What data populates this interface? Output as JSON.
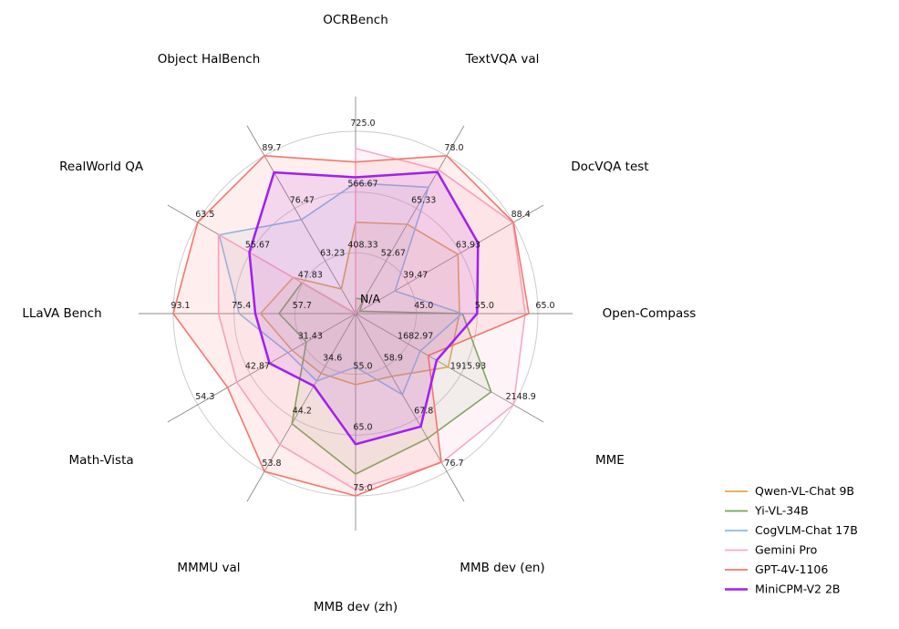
{
  "chart_data": {
    "type": "radar",
    "title": "",
    "center_label": "N/A",
    "grid": true,
    "legend_position": "bottom-right",
    "axes": [
      {
        "label": "OCRBench",
        "min": 250,
        "ticks": [
          "408.33",
          "566.67",
          "725.0"
        ]
      },
      {
        "label": "TextVQA val",
        "min": 40,
        "ticks": [
          "52.67",
          "65.33",
          "78.0"
        ]
      },
      {
        "label": "DocVQA test",
        "min": 15,
        "ticks": [
          "39.47",
          "63.93",
          "88.4"
        ]
      },
      {
        "label": "Open-Compass",
        "min": 35,
        "ticks": [
          "45.0",
          "55.0",
          "65.0"
        ]
      },
      {
        "label": "MME",
        "min": 1450,
        "ticks": [
          "1682.97",
          "1915.93",
          "2148.9"
        ]
      },
      {
        "label": "MMB dev (en)",
        "min": 50,
        "ticks": [
          "58.9",
          "67.8",
          "76.7"
        ]
      },
      {
        "label": "MMB dev (zh)",
        "min": 45,
        "ticks": [
          "55.0",
          "65.0",
          "75.0"
        ]
      },
      {
        "label": "MMMU val",
        "min": 25,
        "ticks": [
          "34.6",
          "44.2",
          "53.8"
        ]
      },
      {
        "label": "Math-Vista",
        "min": 20,
        "ticks": [
          "31.43",
          "42.87",
          "54.3"
        ]
      },
      {
        "label": "LLaVA Bench",
        "min": 40,
        "ticks": [
          "57.7",
          "75.4",
          "93.1"
        ]
      },
      {
        "label": "RealWorld QA",
        "min": 40,
        "ticks": [
          "47.83",
          "55.67",
          "63.5"
        ]
      },
      {
        "label": "Object HalBench",
        "min": 50,
        "ticks": [
          "63.23",
          "76.47",
          "89.7"
        ]
      }
    ],
    "series": [
      {
        "name": "Qwen-VL-Chat 9B",
        "color": "#E3A84F",
        "values": [
          488,
          61.5,
          62.6,
          52.1,
          1860.0,
          60.6,
          56.7,
          35.9,
          33.8,
          67.7,
          49.3,
          56.2
        ]
      },
      {
        "name": "Yi-VL-34B",
        "color": "#6FA655",
        "values": [
          290,
          43.4,
          16.9,
          52.6,
          2050.2,
          71.1,
          71.4,
          45.1,
          30.7,
          62.3,
          48.0,
          null
        ]
      },
      {
        "name": "CogVLM-Chat 17B",
        "color": "#86BCEC",
        "values": [
          590,
          70.4,
          33.3,
          52.5,
          1736.6,
          63.7,
          53.8,
          37.3,
          34.7,
          73.9,
          60.3,
          73.6
        ]
      },
      {
        "name": "Gemini Pro",
        "color": "#F6A8C9",
        "values": [
          680,
          74.6,
          88.1,
          62.9,
          2148.9,
          75.2,
          74.0,
          48.9,
          45.8,
          79.9,
          60.4,
          null
        ]
      },
      {
        "name": "GPT-4V-1106",
        "color": "#F4776C",
        "values": [
          645,
          78.0,
          88.4,
          63.5,
          1771.5,
          75.1,
          75.0,
          53.8,
          47.8,
          93.1,
          63.5,
          89.7
        ]
      },
      {
        "name": "MiniCPM-V2 2B",
        "color": "#A11FEF",
        "values": [
          605,
          74.1,
          71.9,
          55.0,
          1808.6,
          69.1,
          66.5,
          38.2,
          38.7,
          69.2,
          55.8,
          85.5
        ]
      }
    ]
  },
  "legend": {
    "items": [
      "Qwen-VL-Chat 9B",
      "Yi-VL-34B",
      "CogVLM-Chat 17B",
      "Gemini Pro",
      "GPT-4V-1106",
      "MiniCPM-V2 2B"
    ]
  },
  "style": {
    "grid_color": "#cccccc",
    "spoke_color": "#8a8a8a",
    "text_color": "#000000",
    "tick_color": "#1a1a1a"
  }
}
